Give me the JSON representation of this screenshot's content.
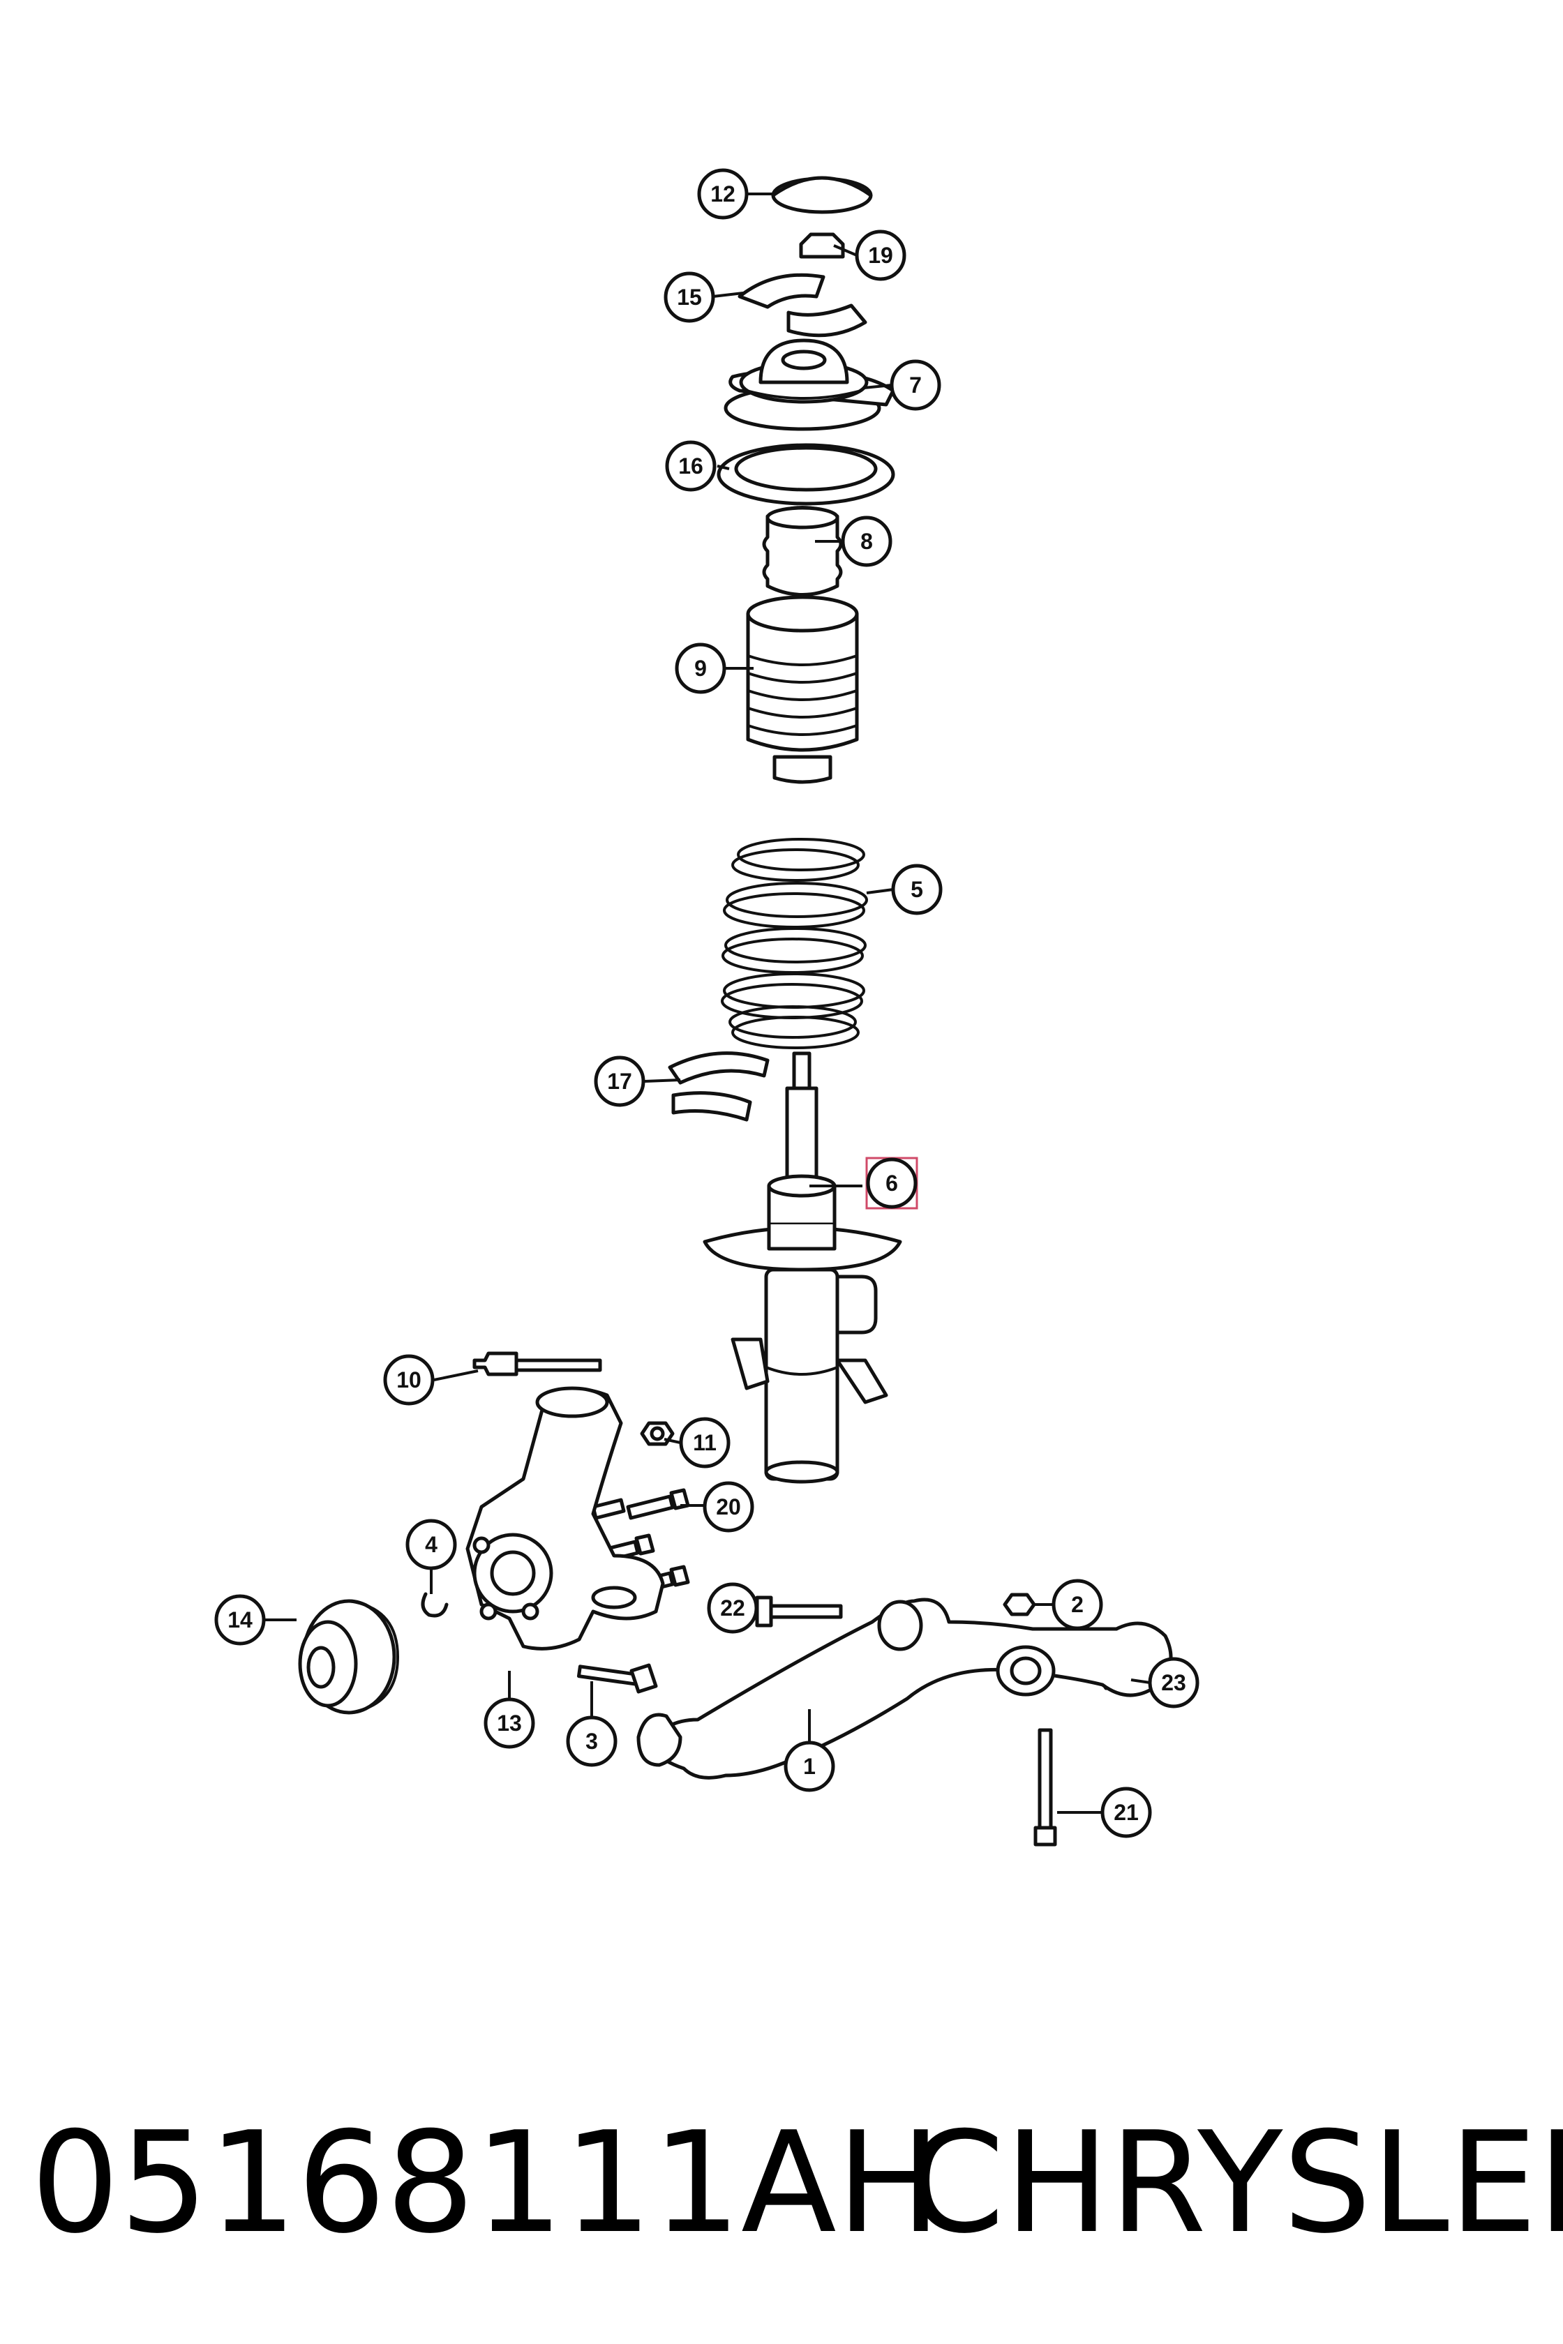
{
  "diagram": {
    "highlight_color": "#f2b8c4",
    "highlight_stroke": "#d04a68",
    "highlighted_callout": "6",
    "callouts": [
      {
        "label": "12",
        "part": "strut-cap"
      },
      {
        "label": "19",
        "part": "strut-nut"
      },
      {
        "label": "15",
        "part": "mount-retainers"
      },
      {
        "label": "7",
        "part": "strut-mount"
      },
      {
        "label": "16",
        "part": "mount-bearing"
      },
      {
        "label": "8",
        "part": "jounce-bumper"
      },
      {
        "label": "9",
        "part": "dust-boot"
      },
      {
        "label": "5",
        "part": "coil-spring"
      },
      {
        "label": "17",
        "part": "spring-isolator"
      },
      {
        "label": "6",
        "part": "strut-assembly"
      },
      {
        "label": "10",
        "part": "long-bolt"
      },
      {
        "label": "11",
        "part": "nut-11"
      },
      {
        "label": "20",
        "part": "knuckle-bolts"
      },
      {
        "label": "4",
        "part": "clip"
      },
      {
        "label": "14",
        "part": "hub-bearing"
      },
      {
        "label": "13",
        "part": "steering-knuckle"
      },
      {
        "label": "3",
        "part": "ball-joint-bolt"
      },
      {
        "label": "22",
        "part": "control-arm-bolt"
      },
      {
        "label": "2",
        "part": "nut-2"
      },
      {
        "label": "23",
        "part": "nut-23"
      },
      {
        "label": "1",
        "part": "lower-control-arm"
      },
      {
        "label": "21",
        "part": "rear-bolt"
      }
    ]
  },
  "footer": {
    "part_number": "05168111AH",
    "brand": "CHRYSLER"
  }
}
